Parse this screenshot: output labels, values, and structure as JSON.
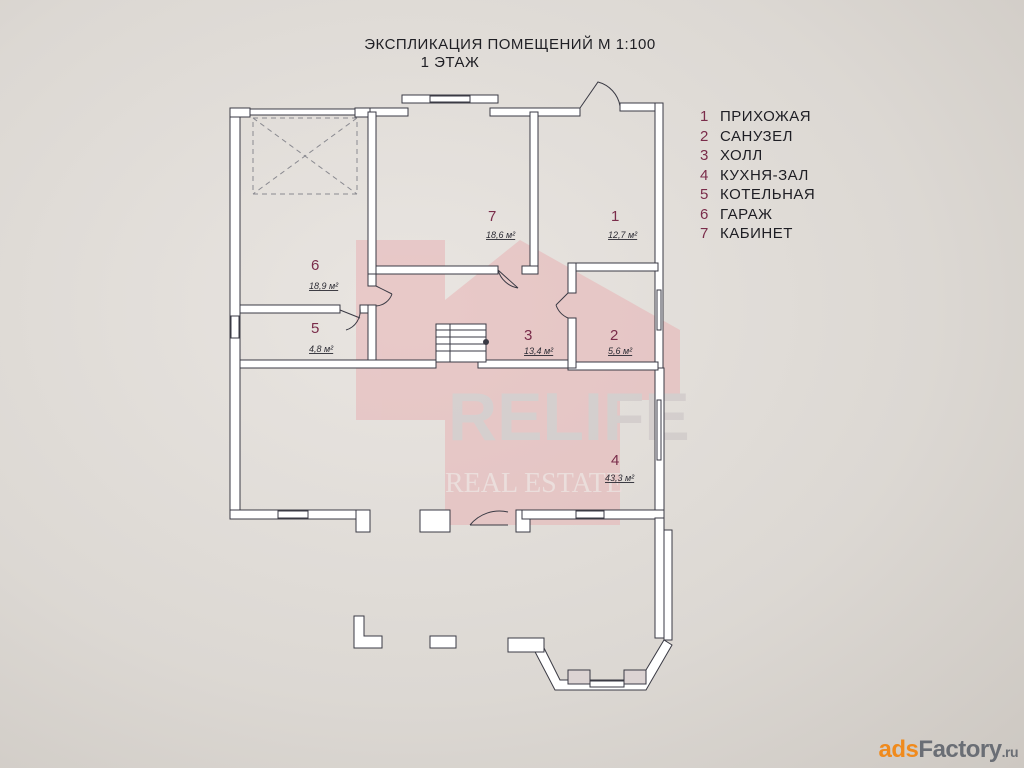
{
  "title": {
    "line1": "ЭКСПЛИКАЦИЯ ПОМЕЩЕНИЙ М 1:100",
    "line2": "1 ЭТАЖ"
  },
  "legend": [
    {
      "num": "1",
      "name": "ПРИХОЖАЯ"
    },
    {
      "num": "2",
      "name": "САНУЗЕЛ"
    },
    {
      "num": "3",
      "name": "ХОЛЛ"
    },
    {
      "num": "4",
      "name": "КУХНЯ-ЗАЛ"
    },
    {
      "num": "5",
      "name": "КОТЕЛЬНАЯ"
    },
    {
      "num": "6",
      "name": "ГАРАЖ"
    },
    {
      "num": "7",
      "name": "КАБИНЕТ"
    }
  ],
  "rooms": [
    {
      "num": "1",
      "area": "12,7 м²"
    },
    {
      "num": "2",
      "area": "5,6 м²"
    },
    {
      "num": "3",
      "area": "13,4 м²"
    },
    {
      "num": "4",
      "area": "43,3 м²"
    },
    {
      "num": "5",
      "area": "4,8 м²"
    },
    {
      "num": "6",
      "area": "18,9 м²"
    },
    {
      "num": "7",
      "area": "18,6 м²"
    }
  ],
  "watermark": {
    "brand": "RELIFE",
    "sub": "REAL ESTATE",
    "color": "#e8b3b5"
  },
  "site": {
    "part1": "ads",
    "part2": "Factory",
    "tld": ".ru"
  },
  "colors": {
    "wall": "#ffffff",
    "line": "#3a3a44",
    "accent": "#7a2c4a"
  }
}
